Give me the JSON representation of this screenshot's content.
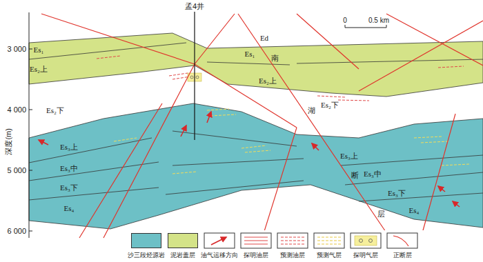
{
  "diagram": {
    "labels": [
      "孟4井",
      "0",
      "0.5 km",
      "Ed",
      "3 000",
      "4 000",
      "5 000",
      "6 000",
      "深度(m)",
      "Es₁",
      "Es₂上",
      "Es₂下",
      "Es₁",
      "南",
      "Es₂上",
      "湖",
      "Es₂下",
      "Es₃上",
      "Es₃中",
      "Es₃下",
      "Es₄",
      "Es₃上",
      "断",
      "Es₃中",
      "Es₃下",
      "层",
      "Es₄"
    ],
    "legend": [
      {
        "text": "沙三段烃源岩",
        "color": "#6dc0c6"
      },
      {
        "text": "泥岩盖层",
        "color": "#d4e388"
      },
      {
        "text": "油气运移方向"
      },
      {
        "text": "探明油层"
      },
      {
        "text": "预测油层"
      },
      {
        "text": "预测气层"
      },
      {
        "text": "探明气层"
      },
      {
        "text": "正断层"
      }
    ]
  }
}
